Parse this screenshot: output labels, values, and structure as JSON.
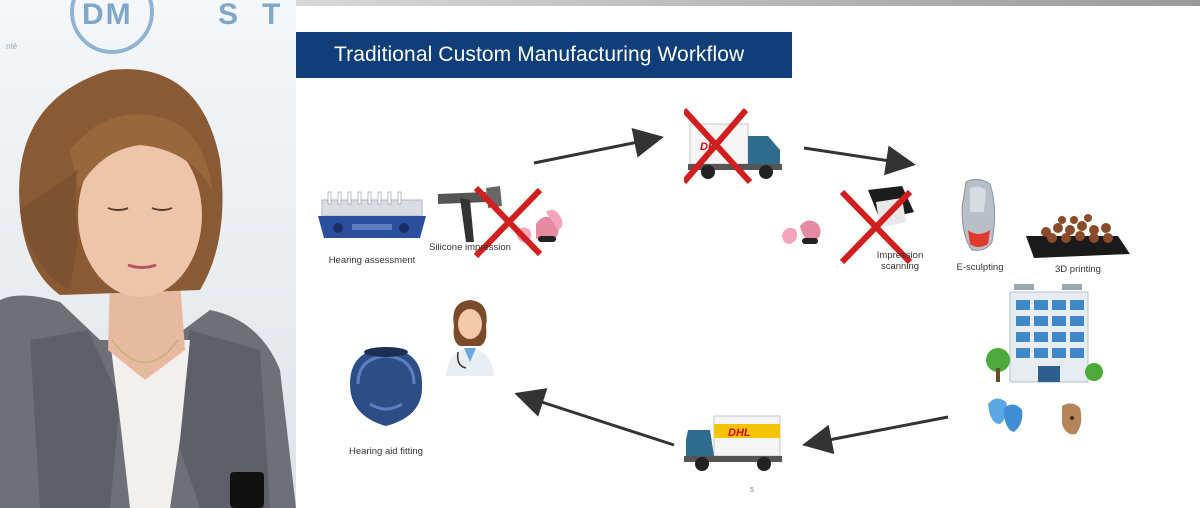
{
  "backdrop": {
    "logo_fragments": [
      "DM",
      "S",
      "T"
    ],
    "small_text": "nté"
  },
  "slide": {
    "title": "Traditional Custom Manufacturing Workflow",
    "number": "5",
    "carrier_logo": "DHL",
    "steps": {
      "hearing_assessment": "Hearing assessment",
      "silicone_impression": "Silicone impression",
      "impression_scanning": "Impression scanning",
      "e_sculpting": "E-sculpting",
      "printing_3d": "3D printing",
      "hearing_aid_fitting": "Hearing aid fitting"
    }
  },
  "colors": {
    "title_bar": "#0f3e78",
    "cross": "#d11f1f",
    "dhl_yellow": "#f5c400",
    "dhl_red": "#d40511",
    "arrow": "#333333"
  }
}
